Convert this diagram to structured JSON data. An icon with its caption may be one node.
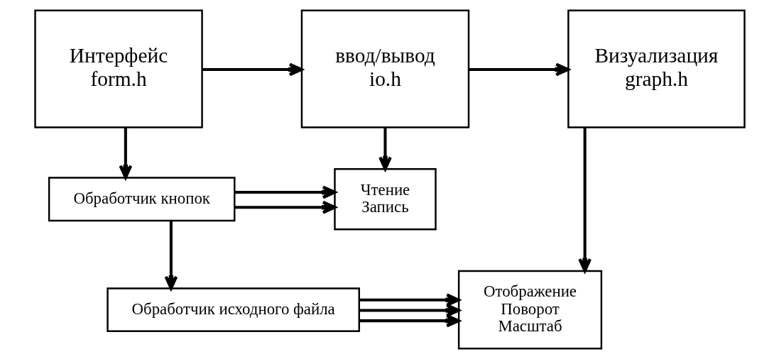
{
  "diagram": {
    "nodes": [
      {
        "text": [
          "Интерфейс",
          "form.h"
        ]
      },
      {
        "text": [
          "ввод/вывод",
          "io.h"
        ]
      },
      {
        "text": [
          "Визуализация",
          "graph.h"
        ]
      },
      {
        "text": [
          "Обработчик кнопок"
        ]
      },
      {
        "text": [
          "Чтение",
          "Запись"
        ]
      },
      {
        "text": [
          "Обработчик исходного файла"
        ]
      },
      {
        "text": [
          "Отображение",
          "Поворот",
          "Масштаб"
        ]
      }
    ],
    "edges": [
      {
        "from": 0,
        "to": 1,
        "arrow": "to"
      },
      {
        "from": 1,
        "to": 2,
        "arrow": "to"
      },
      {
        "from": 0,
        "to": 3,
        "arrow": "to"
      },
      {
        "from": 1,
        "to": 4,
        "arrow": "to"
      },
      {
        "from": 3,
        "to": 4,
        "arrow": "to"
      },
      {
        "from": 3,
        "to": 4,
        "arrow": "to"
      },
      {
        "from": 3,
        "to": 5,
        "arrow": "to"
      },
      {
        "from": 2,
        "to": 6,
        "arrow": "to"
      },
      {
        "from": 5,
        "to": 6,
        "arrow": "to"
      },
      {
        "from": 5,
        "to": 6,
        "arrow": "to"
      },
      {
        "from": 5,
        "to": 6,
        "arrow": "to"
      }
    ]
  }
}
